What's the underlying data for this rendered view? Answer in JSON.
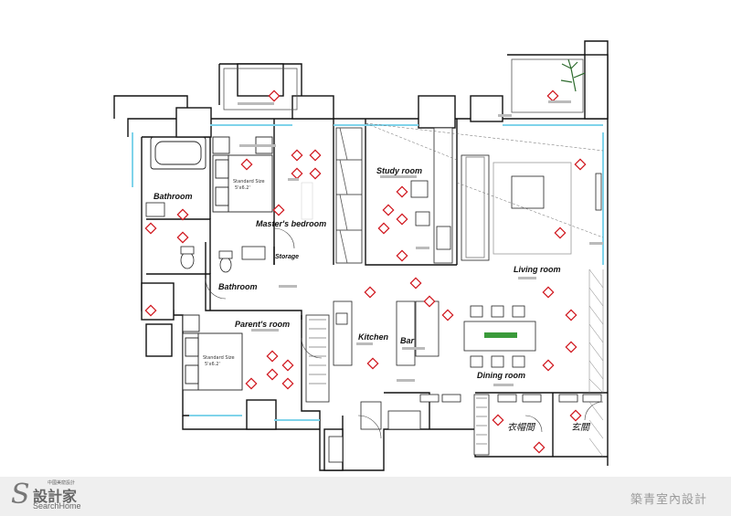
{
  "rooms": {
    "bathroom_top": "Bathroom",
    "masters_bedroom": "Master's bedroom",
    "study_room": "Study room",
    "storage": "Storage",
    "bathroom_mid": "Bathroom",
    "living_room": "Living room",
    "parents_room": "Parent's room",
    "kitchen": "Kitchen",
    "bar": "Bar",
    "dining_room": "Dining room",
    "closet": "衣帽間",
    "entrance": "玄關"
  },
  "furniture": {
    "bed_master_line1": "Standard Size",
    "bed_master_line2": "5'x6.2'",
    "bed_parent_line1": "Standard Size",
    "bed_parent_line2": "5'x6.2'"
  },
  "footer": {
    "logo_main": "設計家",
    "logo_sub": "中國美窟設計",
    "logo_en": "SearchHome",
    "designer": "築青室內設計"
  },
  "colors": {
    "wall": "#111111",
    "window": "#7fd3ea",
    "light": "#d0141b",
    "plant": "#3a9a3a"
  }
}
